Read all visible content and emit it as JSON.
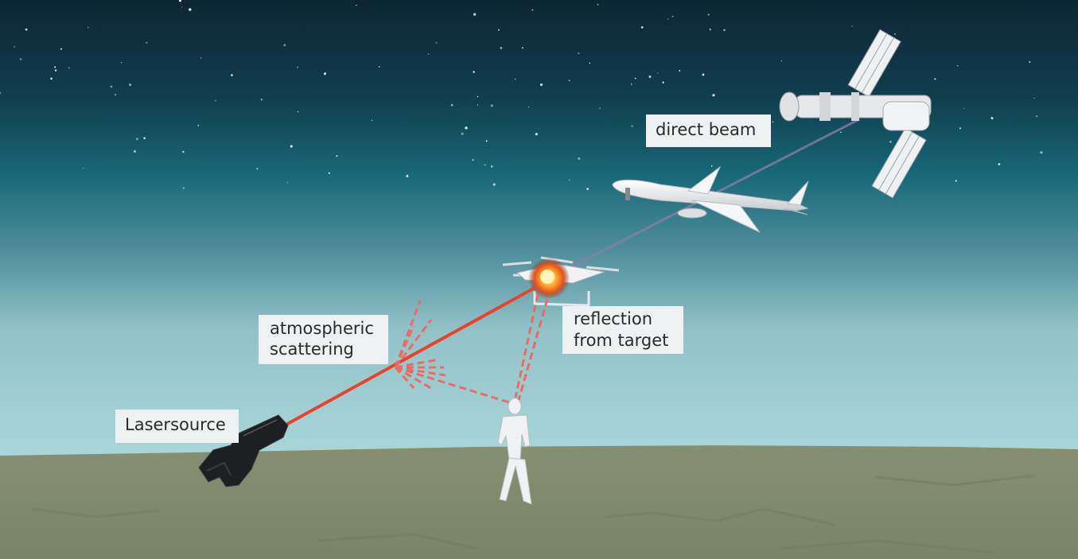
{
  "labels": {
    "direct_beam": "direct beam",
    "atmospheric_scattering": [
      "atmospheric",
      "scattering"
    ],
    "reflection_from_target": [
      "reflection",
      "from target"
    ],
    "laser_source": "Lasersource"
  },
  "colors": {
    "sky_top": "#0d2838",
    "sky_mid": "#1a6a78",
    "sky_horizon": "#a4d2d6",
    "ground": "#7e8c6c",
    "laser_beam": "#e8432c",
    "scatter": "#ec6a62",
    "direct_beam": "#8a7fa8",
    "label_bg": "#eef1f2"
  }
}
